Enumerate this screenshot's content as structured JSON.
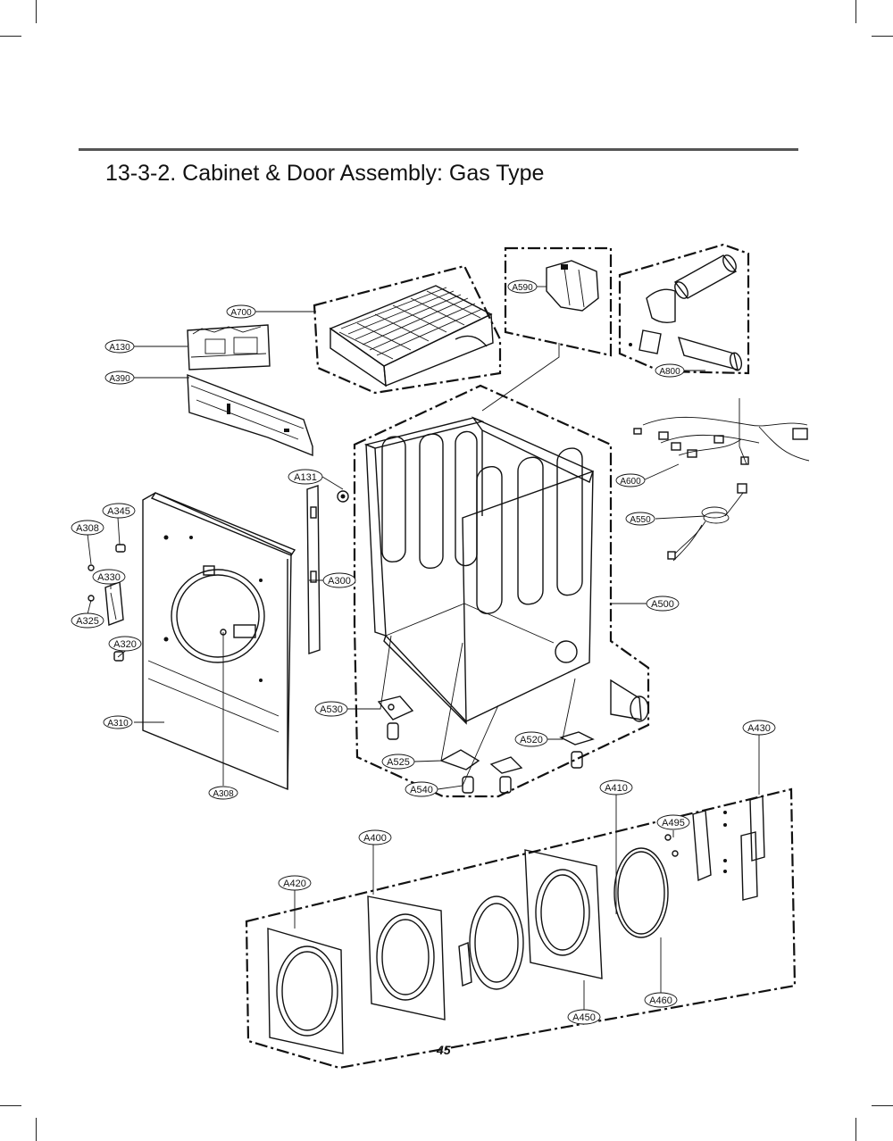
{
  "page": {
    "title": "13-3-2. Cabinet & Door Assembly: Gas Type",
    "page_number": "45"
  },
  "labels": {
    "A700": "A700",
    "A130": "A130",
    "A390": "A390",
    "A590": "A590",
    "A800": "A800",
    "A131": "A131",
    "A600": "A600",
    "A345": "A345",
    "A308_left": "A308",
    "A550": "A550",
    "A330": "A330",
    "A300": "A300",
    "A500": "A500",
    "A325": "A325",
    "A320": "A320",
    "A530": "A530",
    "A310": "A310",
    "A430": "A430",
    "A520": "A520",
    "A525": "A525",
    "A410": "A410",
    "A540": "A540",
    "A308_bottom": "A308",
    "A495": "A495",
    "A400": "A400",
    "A420": "A420",
    "A460": "A460",
    "A450": "A450"
  }
}
